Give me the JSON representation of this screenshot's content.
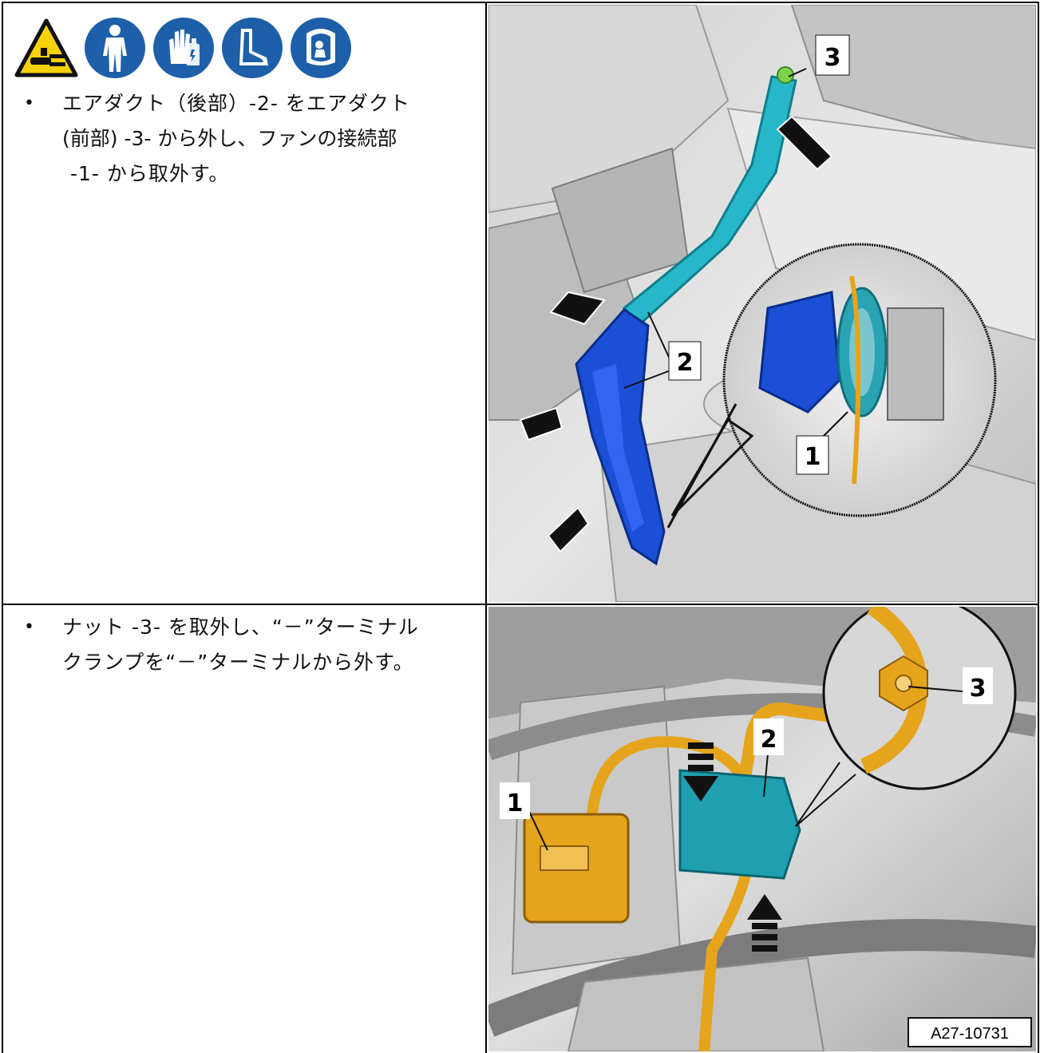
{
  "step1": {
    "line1": "エアダクト（後部）-2- をエアダクト",
    "line2": "(前部) -3- から外し、ファンの接続部",
    "line3": "-1- から取外す。"
  },
  "step2": {
    "line1": "ナット -3- を取外し、“－”ターミナル",
    "line2": "クランプを“－”ターミナルから外す。"
  },
  "bullet": "•",
  "safety_icons": [
    "hand-crush-warning-icon",
    "protective-suit-icon",
    "protective-gloves-icon",
    "safety-boots-icon",
    "face-shield-icon"
  ],
  "figure1": {
    "callouts": [
      "3",
      "2",
      "1"
    ],
    "colors": {
      "duct_front": "#27b7c9",
      "duct_rear": "#1a4fd6",
      "connector": "#7fd34a"
    }
  },
  "figure2": {
    "callouts": [
      "1",
      "2",
      "3"
    ],
    "reference": "A27-10731",
    "colors": {
      "cable": "#e6a41c",
      "bracket": "#1f9fb0"
    }
  }
}
